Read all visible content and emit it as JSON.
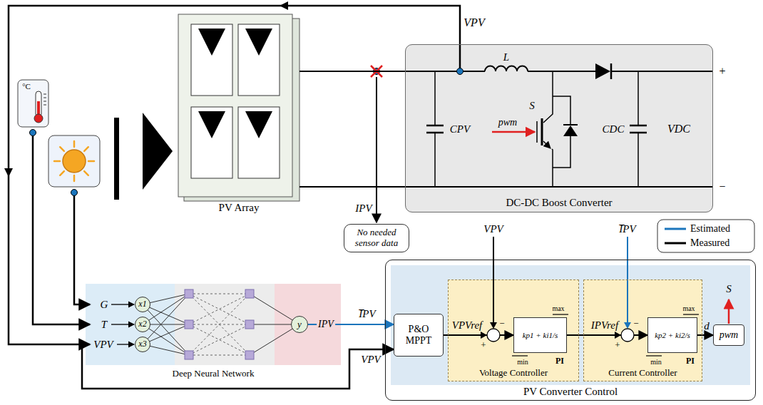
{
  "diagram": {
    "nodes": [
      {
        "text": [
          "PV Array"
        ]
      },
      {
        "text": [
          "DC-DC Boost Converter"
        ]
      },
      {
        "text": [
          "No needed sensor data"
        ]
      },
      {
        "text": [
          "Deep Neural Network"
        ]
      },
      {
        "text": [
          "x1"
        ],
        "in": 3
      },
      {
        "text": [
          "x2"
        ],
        "in": 3
      },
      {
        "text": [
          "x3"
        ],
        "in": 3
      },
      {
        "text": [
          "y"
        ],
        "in": 3
      },
      {
        "text": [
          "PV Converter Control"
        ]
      },
      {
        "text": [
          "P&O MPPT"
        ],
        "in": 8
      },
      {
        "text": [
          "Voltage Controller"
        ],
        "in": 8
      },
      {
        "text": [
          "kp1 + ki1/s"
        ],
        "in": 10
      },
      {
        "text": [
          "Current Controller"
        ],
        "in": 8
      },
      {
        "text": [
          "kp2 + ki2/s"
        ],
        "in": 12
      },
      {
        "text": [
          "pwm"
        ],
        "in": 8
      }
    ],
    "edges": [
      {
        "from": 0,
        "to": 1,
        "arrow": "none"
      },
      {
        "from": 7,
        "to": 9,
        "arrow": "to",
        "label": "I̅PV"
      },
      {
        "from": 9,
        "to": 11,
        "arrow": "to",
        "label": "VPVref"
      },
      {
        "from": 11,
        "to": 13,
        "arrow": "to",
        "label": "IPVref"
      },
      {
        "from": 13,
        "to": 14,
        "arrow": "to",
        "label": "d"
      }
    ],
    "labels": [
      "VPV",
      "°C",
      "CPV",
      "L",
      "S",
      "pwm",
      "CDC",
      "VDC",
      "+",
      "−",
      "IPV",
      "G",
      "T",
      "VPV",
      "IPV",
      "VPV",
      "VPV",
      "+",
      "−",
      "I̅PV",
      "+",
      "−",
      "max",
      "min",
      "PI",
      "max",
      "min",
      "PI",
      "S"
    ],
    "legend": [
      {
        "text": "Estimated"
      },
      {
        "text": "Measured"
      }
    ]
  }
}
